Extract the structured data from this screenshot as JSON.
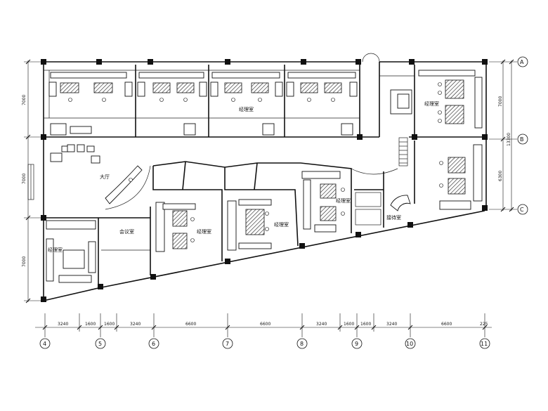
{
  "rooms": {
    "office_1": "",
    "office_2": "经理室",
    "office_3": "",
    "office_4": "",
    "office_5": "",
    "office_6": "经理室",
    "hall": "大厅",
    "meeting": "会议室",
    "reception": "接待室",
    "office_lower1": "经理室",
    "office_lower2": "经理室",
    "office_lower3": "经理室",
    "office_left": "经理室"
  },
  "dimensions": {
    "horizontal": [
      "3240",
      "1600",
      "1600",
      "3240",
      "6600",
      "6600",
      "3240",
      "1600",
      "1600",
      "3240",
      "6600",
      "225"
    ],
    "left_vertical": [
      "7000",
      "7000",
      "7000"
    ],
    "right_vertical": [
      "7000",
      "6300",
      "13300"
    ]
  },
  "axes": {
    "bottom": [
      "4",
      "5",
      "6",
      "7",
      "8",
      "9",
      "10",
      "11"
    ],
    "right": [
      "A",
      "B",
      "C"
    ]
  }
}
